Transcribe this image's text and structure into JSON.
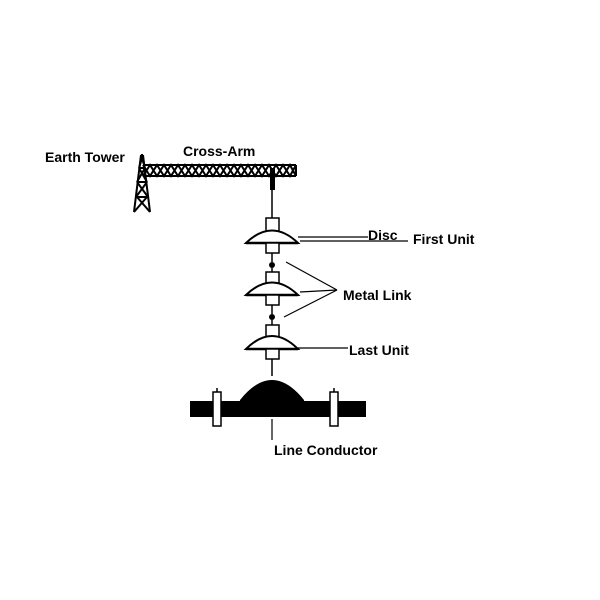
{
  "labels": {
    "earth_tower": "Earth Tower",
    "cross_arm": "Cross-Arm",
    "disc": "Disc",
    "first_unit": "First Unit",
    "metal_link": "Metal Link",
    "last_unit": "Last Unit",
    "line_conductor": "Line Conductor"
  }
}
